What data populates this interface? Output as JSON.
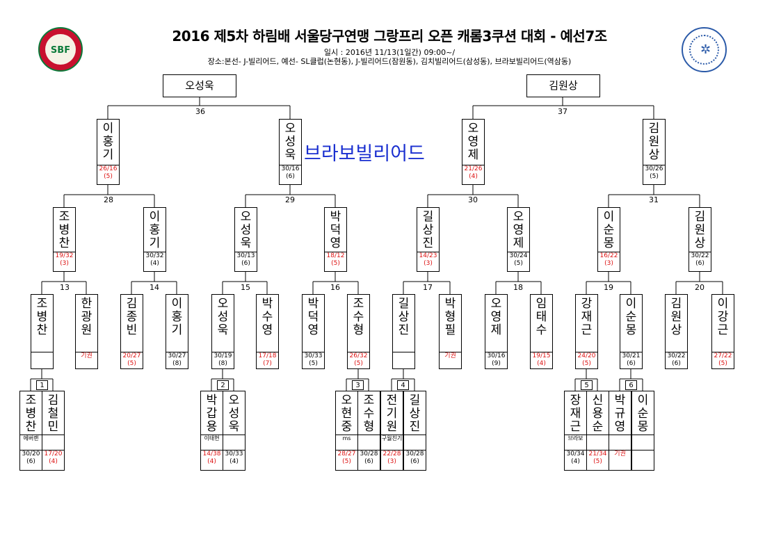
{
  "header": {
    "title": "2016 제5차 하림배 서울당구연맹 그랑프리 오픈 캐롬3쿠션 대회 - 예선7조",
    "date": "일시 : 2016년 11/13(1일간) 09:00~/",
    "venue": "장소:본선- J-빌리어드, 예선- SL클럽(논현동), J-빌리어드(잠원동), 김치빌리어드(삼성동), 브라보빌리어드(역삼동)"
  },
  "logos": {
    "left": "SBF",
    "left_icon": "sbf-federation-logo",
    "right_icon": "seoul-sports-council-logo"
  },
  "venue_label": "브라보빌리어드",
  "top_boxes": [
    "오성욱",
    "김원상"
  ],
  "match_numbers": {
    "m36": "36",
    "m37": "37",
    "m28": "28",
    "m29": "29",
    "m30": "30",
    "m31": "31",
    "m13": "13",
    "m14": "14",
    "m15": "15",
    "m16": "16",
    "m17": "17",
    "m18": "18",
    "m19": "19",
    "m20": "20",
    "m1": "1",
    "m2": "2",
    "m3": "3",
    "m4": "4",
    "m5": "5",
    "m6": "6"
  },
  "round_final": [
    {
      "name": "이홍기",
      "score": "26/16",
      "rank": "(5)",
      "red": true
    },
    {
      "name": "오성욱",
      "score": "30/16",
      "rank": "(6)",
      "red": false
    },
    {
      "name": "오영제",
      "score": "21/26",
      "rank": "(4)",
      "red": true
    },
    {
      "name": "김원상",
      "score": "30/26",
      "rank": "(5)",
      "red": false
    }
  ],
  "round_semi": [
    {
      "name": "조병찬",
      "score": "19/32",
      "rank": "(3)",
      "red": true
    },
    {
      "name": "이홍기",
      "score": "30/32",
      "rank": "(4)",
      "red": false
    },
    {
      "name": "오성욱",
      "score": "30/13",
      "rank": "(6)",
      "red": false
    },
    {
      "name": "박덕영",
      "score": "18/12",
      "rank": "(5)",
      "red": true
    },
    {
      "name": "길상진",
      "score": "14/23",
      "rank": "(3)",
      "red": true
    },
    {
      "name": "오영제",
      "score": "30/24",
      "rank": "(5)",
      "red": false
    },
    {
      "name": "이순몽",
      "score": "16/22",
      "rank": "(3)",
      "red": true
    },
    {
      "name": "김원상",
      "score": "30/22",
      "rank": "(6)",
      "red": false
    }
  ],
  "round_16": [
    {
      "name": "조병찬",
      "score": "",
      "rank": "",
      "red": false
    },
    {
      "name": "한광원",
      "score": "기권",
      "rank": "",
      "red": true
    },
    {
      "name": "김종빈",
      "score": "20/27",
      "rank": "(5)",
      "red": true
    },
    {
      "name": "이홍기",
      "score": "30/27",
      "rank": "(8)",
      "red": false
    },
    {
      "name": "오성욱",
      "score": "30/19",
      "rank": "(8)",
      "red": false
    },
    {
      "name": "박수영",
      "score": "17/18",
      "rank": "(7)",
      "red": true
    },
    {
      "name": "박덕영",
      "score": "30/33",
      "rank": "(5)",
      "red": false
    },
    {
      "name": "조수형",
      "score": "26/32",
      "rank": "(5)",
      "red": true
    },
    {
      "name": "길상진",
      "score": "",
      "rank": "",
      "red": false
    },
    {
      "name": "박형필",
      "score": "기권",
      "rank": "",
      "red": true
    },
    {
      "name": "오영제",
      "score": "30/16",
      "rank": "(9)",
      "red": false
    },
    {
      "name": "임태수",
      "score": "19/15",
      "rank": "(4)",
      "red": true
    },
    {
      "name": "강재근",
      "score": "24/20",
      "rank": "(5)",
      "red": true
    },
    {
      "name": "이순몽",
      "score": "30/21",
      "rank": "(6)",
      "red": false
    },
    {
      "name": "김원상",
      "score": "30/22",
      "rank": "(6)",
      "red": false
    },
    {
      "name": "이강근",
      "score": "27/22",
      "rank": "(5)",
      "red": true
    }
  ],
  "round_first": [
    {
      "name": "조병찬",
      "note": "에버랜",
      "score": "30/20",
      "rank": "(6)",
      "red": false
    },
    {
      "name": "김철민",
      "note": "",
      "score": "17/20",
      "rank": "(4)",
      "red": true
    },
    {
      "name": "박갑용",
      "note": "이태현",
      "score": "14/38",
      "rank": "(4)",
      "red": true
    },
    {
      "name": "오성욱",
      "note": "",
      "score": "30/33",
      "rank": "(4)",
      "red": false
    },
    {
      "name": "오현중",
      "note": "ms",
      "score": "28/27",
      "rank": "(5)",
      "red": true
    },
    {
      "name": "조수형",
      "note": "",
      "score": "30/28",
      "rank": "(6)",
      "red": false
    },
    {
      "name": "전기원",
      "note": "구월친기",
      "score": "22/28",
      "rank": "(3)",
      "red": true
    },
    {
      "name": "길상진",
      "note": "",
      "score": "30/28",
      "rank": "(6)",
      "red": false
    },
    {
      "name": "장재근",
      "note": "브라보",
      "score": "30/34",
      "rank": "(4)",
      "red": false
    },
    {
      "name": "신용순",
      "note": "",
      "score": "21/34",
      "rank": "(5)",
      "red": true
    },
    {
      "name": "박규영",
      "note": "",
      "score": "기권",
      "rank": "",
      "red": true
    },
    {
      "name": "이순몽",
      "note": "",
      "score": "",
      "rank": "",
      "red": false
    }
  ]
}
